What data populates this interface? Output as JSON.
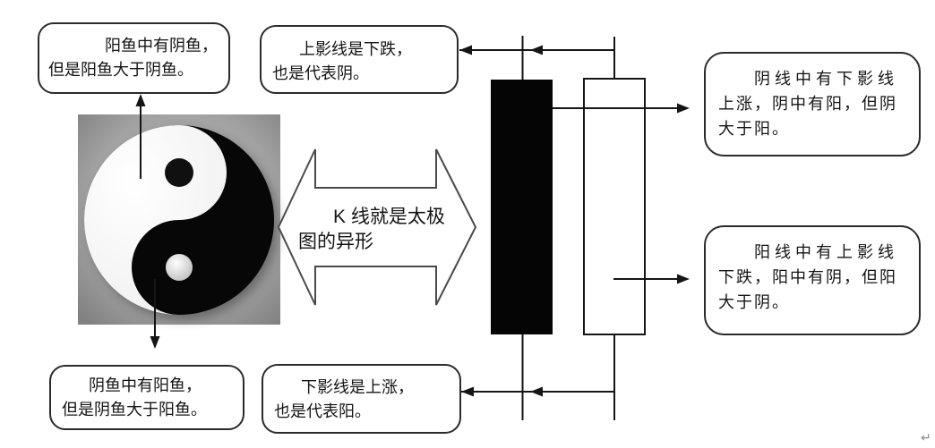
{
  "boxes": {
    "top_left": {
      "lines": [
        "阳鱼中有阴鱼，",
        "但是阳鱼大于阴鱼。"
      ]
    },
    "top_middle": {
      "lines": [
        "上影线是下跌，",
        "也是代表阴。"
      ]
    },
    "bottom_left": {
      "lines": [
        "阴鱼中有阳鱼，",
        "但是阴鱼大于阳鱼。"
      ]
    },
    "bottom_middle": {
      "lines": [
        "下影线是上涨，",
        "也是代表阳。"
      ]
    },
    "right_top": {
      "lines": [
        "阴线中有下影线",
        "上涨，阴中有阳，但阴",
        "大于阳。"
      ]
    },
    "right_bottom": {
      "lines": [
        "阳线中有上影线",
        "下跌，阳中有阴，但阳",
        "大于阴。"
      ]
    }
  },
  "center_arrow": {
    "lines": [
      "K 线就是太极",
      "图的异形"
    ]
  },
  "page": {
    "return_mark": "↵"
  },
  "icons": {
    "taiji": "yin-yang-symbol",
    "return": "paragraph-return-icon"
  },
  "colors": {
    "line": "#151515",
    "box_border": "#2b2b2b",
    "candle_black": "#050505",
    "candle_white": "#ffffff",
    "double_arrow_outline": "#4a4a4a",
    "image_background": "#a0a0a0",
    "return_mark": "#8a8a8a"
  }
}
